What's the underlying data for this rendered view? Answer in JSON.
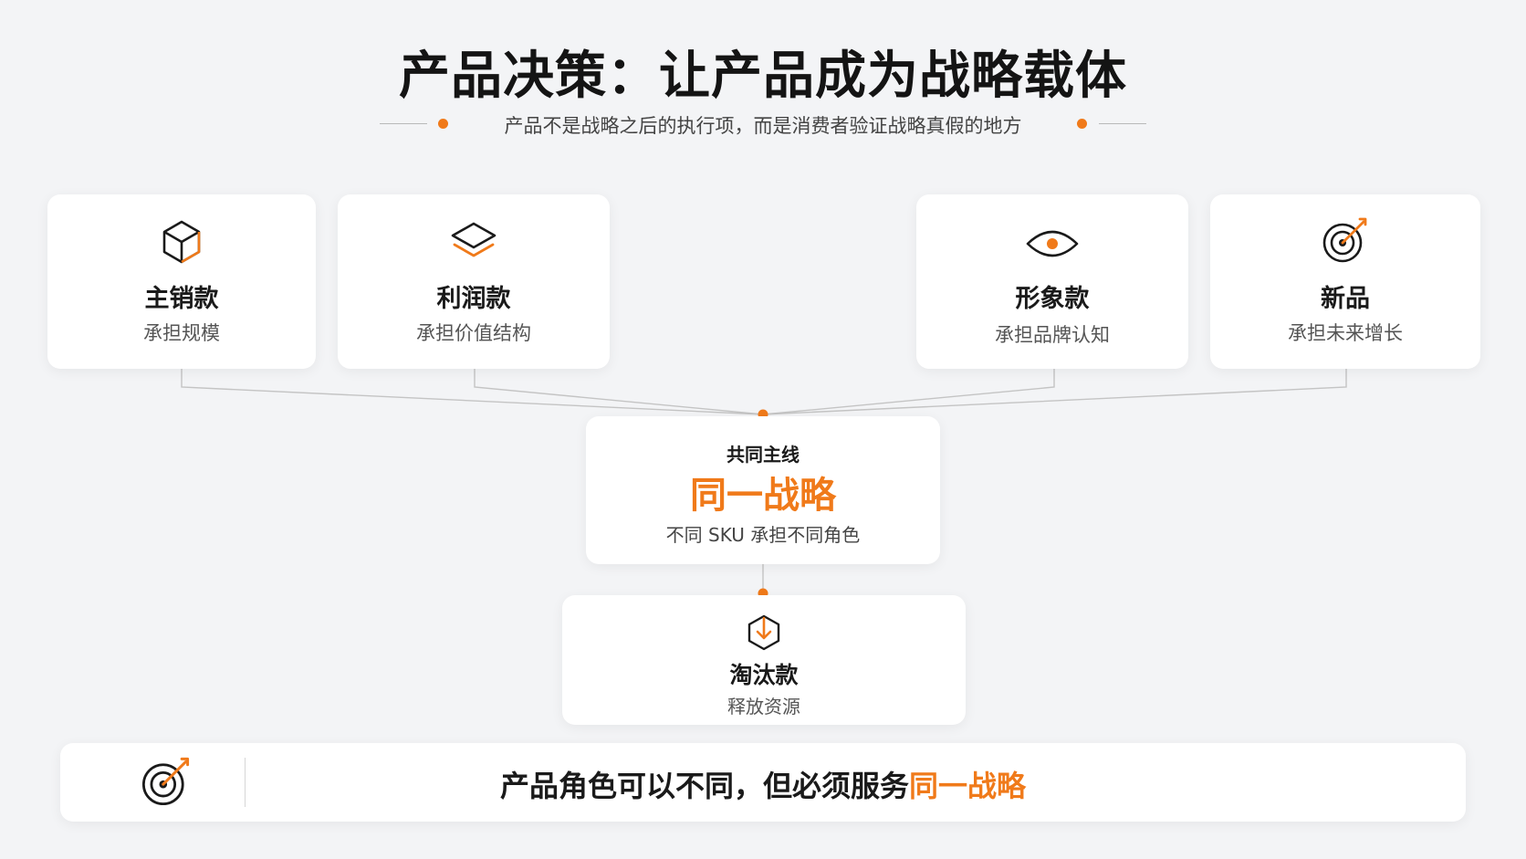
{
  "header": {
    "title": "产品决策：让产品成为战略载体",
    "subtitle": "产品不是战略之后的执行项，而是消费者验证战略真假的地方"
  },
  "cards": [
    {
      "name": "主销款",
      "desc": "承担规模",
      "icon": "cube-icon"
    },
    {
      "name": "利润款",
      "desc": "承担价值结构",
      "icon": "layers-icon"
    },
    {
      "name": "形象款",
      "desc": "承担品牌认知",
      "icon": "eye-icon"
    },
    {
      "name": "新品",
      "desc": "承担未来增长",
      "icon": "target-arrow-icon"
    }
  ],
  "center": {
    "top": "共同主线",
    "main": "同一战略",
    "sub": "不同 SKU 承担不同角色"
  },
  "exit_card": {
    "name": "淘汰款",
    "desc": "释放资源",
    "icon": "hexagon-down-arrow-icon"
  },
  "footer": {
    "statement_prefix": "产品角色可以不同，但必须服务",
    "statement_accent": "同一战略",
    "icon": "target-arrow-icon"
  },
  "colors": {
    "accent": "#f07a1a",
    "background": "#f3f4f6",
    "card": "#ffffff",
    "connector": "#bdbdbd"
  }
}
